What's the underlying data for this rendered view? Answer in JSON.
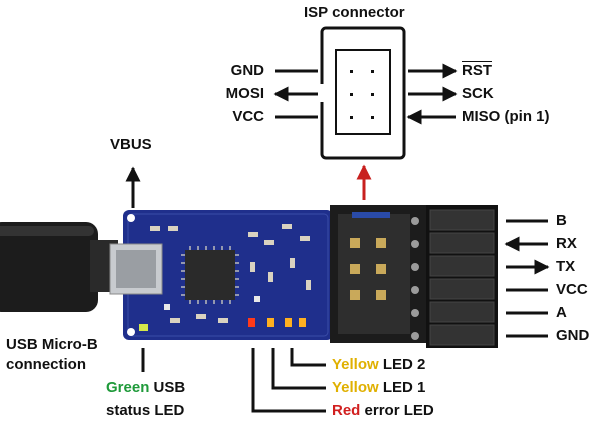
{
  "isp": {
    "title": "ISP connector",
    "left_pins": [
      "GND",
      "MOSI",
      "VCC"
    ],
    "right_pins": {
      "rst": "RST",
      "sck": "SCK",
      "miso": "MISO (pin 1)"
    }
  },
  "vbus": "VBUS",
  "serial_pins": [
    "B",
    "RX",
    "TX",
    "VCC",
    "A",
    "GND"
  ],
  "usb_label": {
    "line1": "USB Micro-B",
    "line2": "connection"
  },
  "leds": {
    "yellow2": {
      "color_word": "Yellow",
      "rest": " LED 2"
    },
    "yellow1": {
      "color_word": "Yellow",
      "rest": " LED 1"
    },
    "red": {
      "color_word": "Red",
      "rest": " error LED"
    },
    "green": {
      "color_word": "Green",
      "rest": " USB",
      "line2": "status LED"
    }
  },
  "colors": {
    "green_text": "#1f9a3a",
    "yellow_text": "#e0b000",
    "red_text": "#d11f1f",
    "board": "#1f2f8c",
    "arrow_red": "#c8201f"
  }
}
